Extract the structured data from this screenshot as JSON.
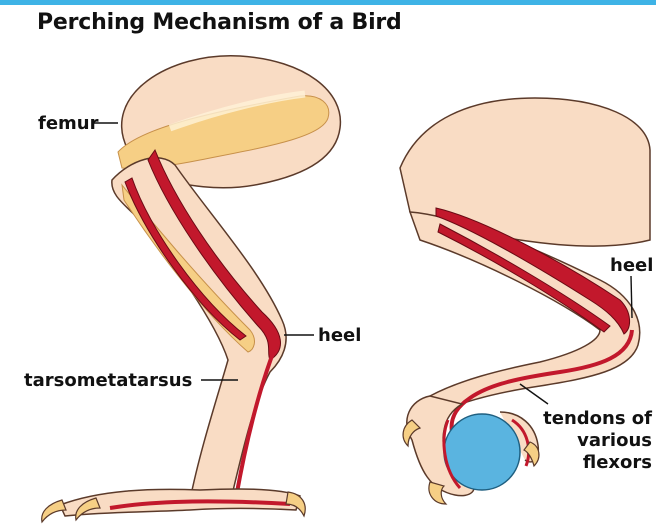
{
  "title": "Perching Mechanism of a Bird",
  "labels": {
    "femur": "femur",
    "heel_left": "heel",
    "tarsometatarsus": "tarsometatarsus",
    "heel_right": "heel",
    "tendons_line1": "tendons of",
    "tendons_line2": "various",
    "tendons_line3": "flexors"
  },
  "colors": {
    "accent_bar": "#3eb3e6",
    "skin": "#f9dcc4",
    "bone": "#f6cf85",
    "muscle": "#c2182c",
    "perch": "#5ab4e0"
  }
}
